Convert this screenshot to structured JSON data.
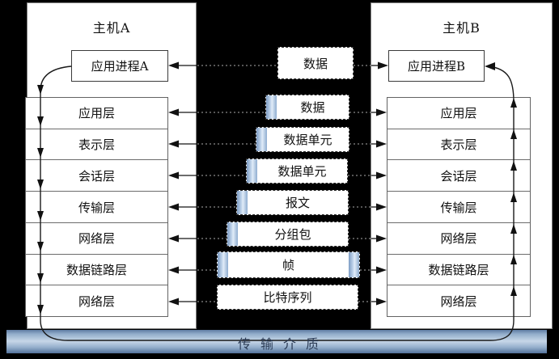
{
  "host_a": {
    "title": "主机A",
    "process": "应用进程A"
  },
  "host_b": {
    "title": "主机B",
    "process": "应用进程B"
  },
  "layers": [
    "应用层",
    "表示层",
    "会话层",
    "传输层",
    "网络层",
    "数据链路层",
    "网络层"
  ],
  "pdus": [
    "数据",
    "数据",
    "数据单元",
    "数据单元",
    "报文",
    "分组包",
    "帧",
    "比特序列"
  ],
  "medium": {
    "label": "传输介质"
  },
  "colors": {
    "background": "#000000",
    "panel": "#ffffff",
    "panel_border": "#7f7f7f",
    "pdu_cap_blue_light": "#e2edf8",
    "pdu_cap_blue_dark": "#7d9cc4",
    "medium_bar_light": "#c7d7e8",
    "medium_bar_dark": "#54729a",
    "medium_text": "#2b3b55",
    "arrow": "#111111"
  }
}
